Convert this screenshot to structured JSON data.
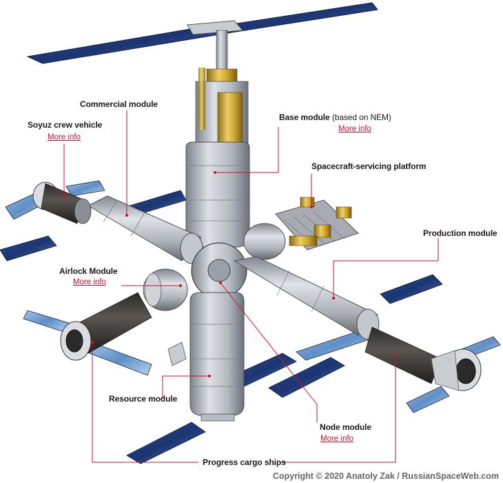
{
  "labels": {
    "commercial": "Commercial module",
    "soyuz": "Soyuz crew vehicle",
    "base": "Base module",
    "base_note": "(based on NEM)",
    "platform": "Spacecraft-servicing platform",
    "production": "Production module",
    "airlock": "Airlock Module",
    "resource": "Resource module",
    "node": "Node module",
    "progress": "Progress cargo ships"
  },
  "links": {
    "soyuz": "More info",
    "base": "More info",
    "airlock": "More info",
    "node": "More info"
  },
  "copyright": "Copyright © 2020 Anatoly Zak / RussianSpaceWeb.com",
  "colors": {
    "leader_line": "#d0102a",
    "link": "#c8102e",
    "solar_panel": "#1e3a78",
    "module_body": "#b9bec6",
    "gold_foil": "#d7b23a"
  }
}
